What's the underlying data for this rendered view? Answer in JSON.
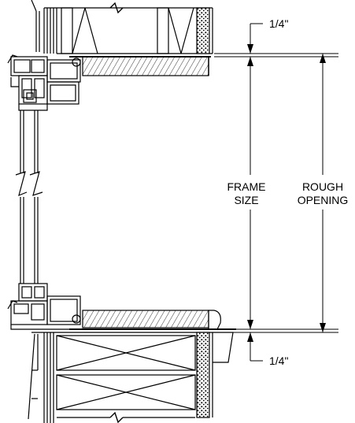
{
  "dimensions": {
    "top_gap": "1/4\"",
    "bottom_gap": "1/4\"",
    "frame_size": {
      "line1": "FRAME",
      "line2": "SIZE"
    },
    "rough_opening": {
      "line1": "ROUGH",
      "line2": "OPENING"
    }
  }
}
